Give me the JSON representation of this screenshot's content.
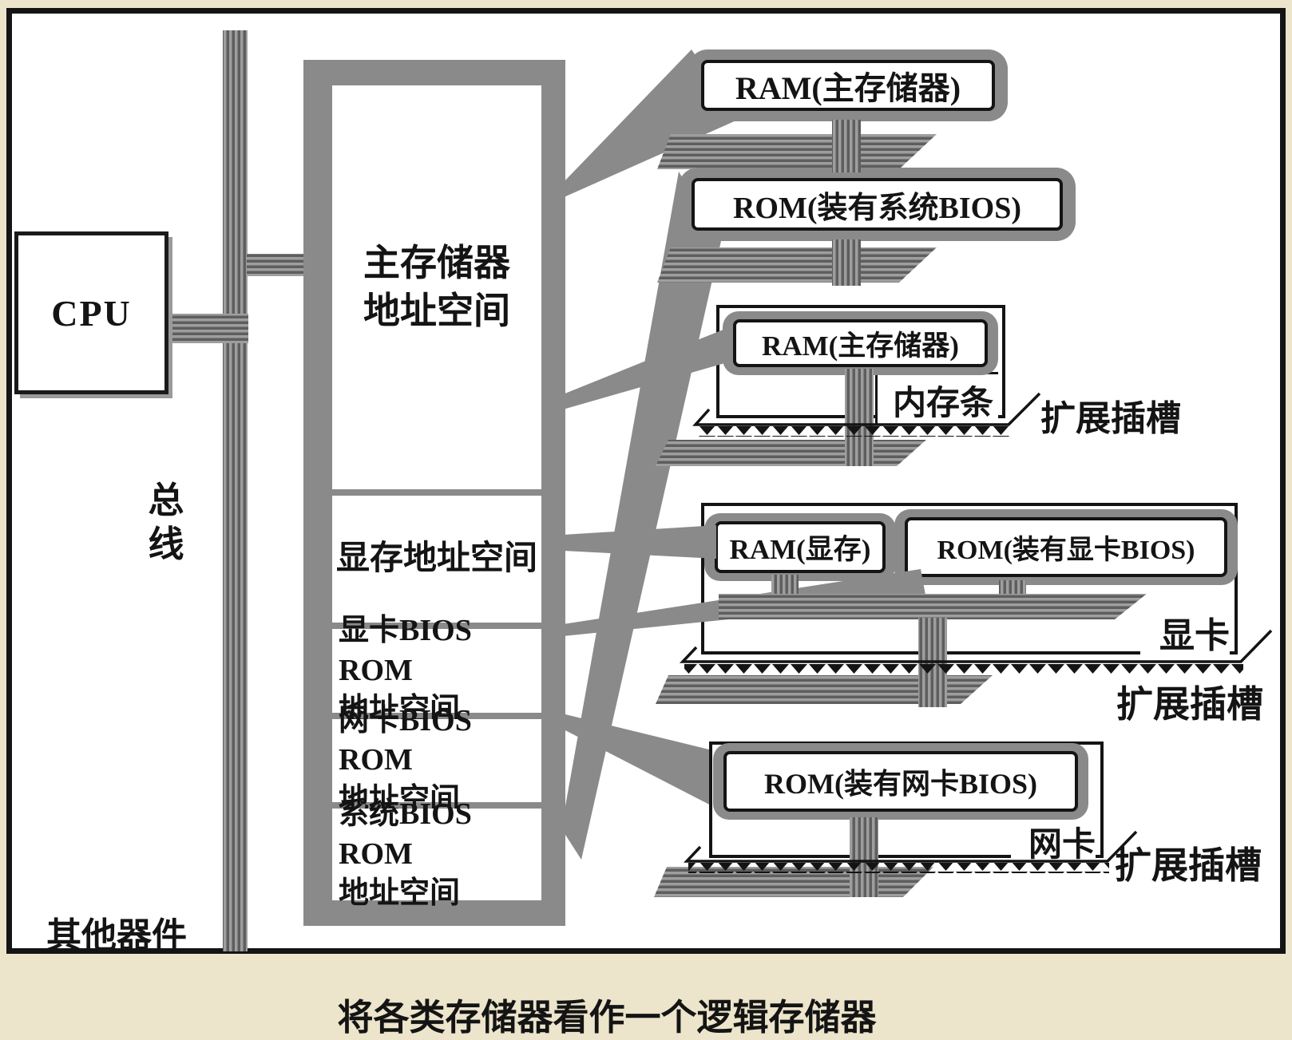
{
  "caption": "将各类存储器看作一个逻辑存储器",
  "left": {
    "cpu_label": "CPU",
    "bus_label": "总\n线",
    "other_components_label": "其他器件"
  },
  "address_column": {
    "sections": [
      {
        "label": "主存储器\n地址空间"
      },
      {
        "label": "显存地址空间"
      },
      {
        "label": "显卡BIOS ROM\n地址空间"
      },
      {
        "label": "网卡BIOS ROM\n地址空间"
      },
      {
        "label": "系统BIOS ROM\n地址空间"
      }
    ]
  },
  "chips": {
    "ram_main": {
      "label": "RAM(主存储器)"
    },
    "rom_system": {
      "label": "ROM(装有系统BIOS)"
    },
    "ram_main_stick": {
      "label": "RAM(主存储器)"
    },
    "ram_video": {
      "label": "RAM(显存)"
    },
    "rom_video": {
      "label": "ROM(装有显卡BIOS)"
    },
    "rom_network": {
      "label": "ROM(装有网卡BIOS)"
    }
  },
  "cards": {
    "memory_stick": {
      "label": "内存条"
    },
    "video_card": {
      "label": "显卡"
    },
    "network_card": {
      "label": "网卡"
    }
  },
  "slots": {
    "slot1_label": "扩展插槽",
    "slot2_label": "扩展插槽",
    "slot3_label": "扩展插槽"
  },
  "colors": {
    "connector_gray": "#8a8a8a",
    "stripe_light": "#9e9e9e",
    "stripe_dark": "#5e5e5e",
    "frame_border": "#141414",
    "background_cream": "#ece4cb"
  }
}
